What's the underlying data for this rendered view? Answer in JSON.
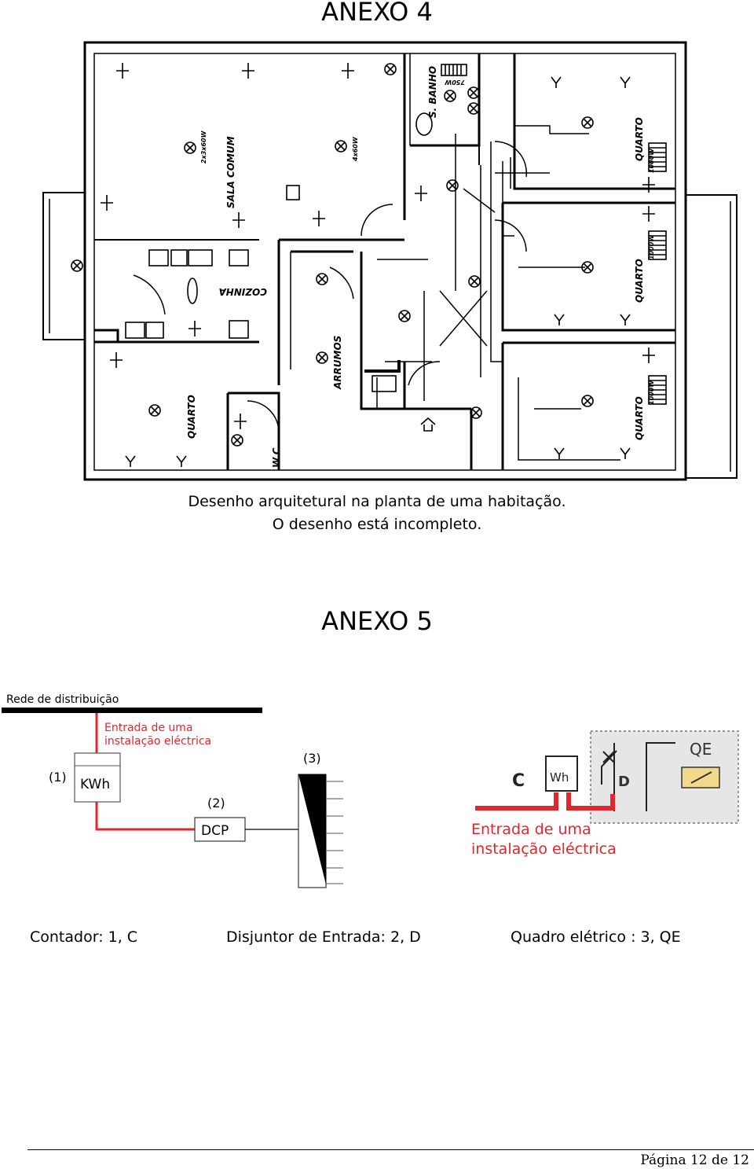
{
  "annex4": {
    "title": "ANEXO 4",
    "caption_line1": "Desenho arquitetural na planta de uma habitação.",
    "caption_line2": "O desenho está incompleto.",
    "rooms": {
      "sala": "SALA COMUM",
      "sala_lamp": "2x3x60W",
      "sala_lamp2": "4x60W",
      "banho": "S. BANHO",
      "banho_heater": "750W",
      "quarto": "QUARTO",
      "quarto_heater": "1000W",
      "cozinha": "COZINHA",
      "arrumos": "ARRUMOS",
      "wc": "W.C."
    }
  },
  "annex5": {
    "title": "ANEXO 5",
    "left": {
      "network": "Rede de distribuição",
      "entry_line1": "Entrada de uma",
      "entry_line2": "instalação eléctrica",
      "label1": "(1)",
      "meter": "KWh",
      "label2": "(2)",
      "breaker": "DCP",
      "label3": "(3)"
    },
    "right": {
      "c_label": "C",
      "meter": "Wh",
      "d_label": "D",
      "qe_label": "QE",
      "entry_line1": "Entrada de uma",
      "entry_line2": "instalação eléctrica"
    },
    "colors": {
      "wire_red": "#e3262b"
    }
  },
  "legend": {
    "item1": "Contador:  1, C",
    "item2": "Disjuntor de Entrada:  2, D",
    "item3": "Quadro elétrico :  3, QE"
  },
  "footer": {
    "page": "Página 12 de 12"
  }
}
